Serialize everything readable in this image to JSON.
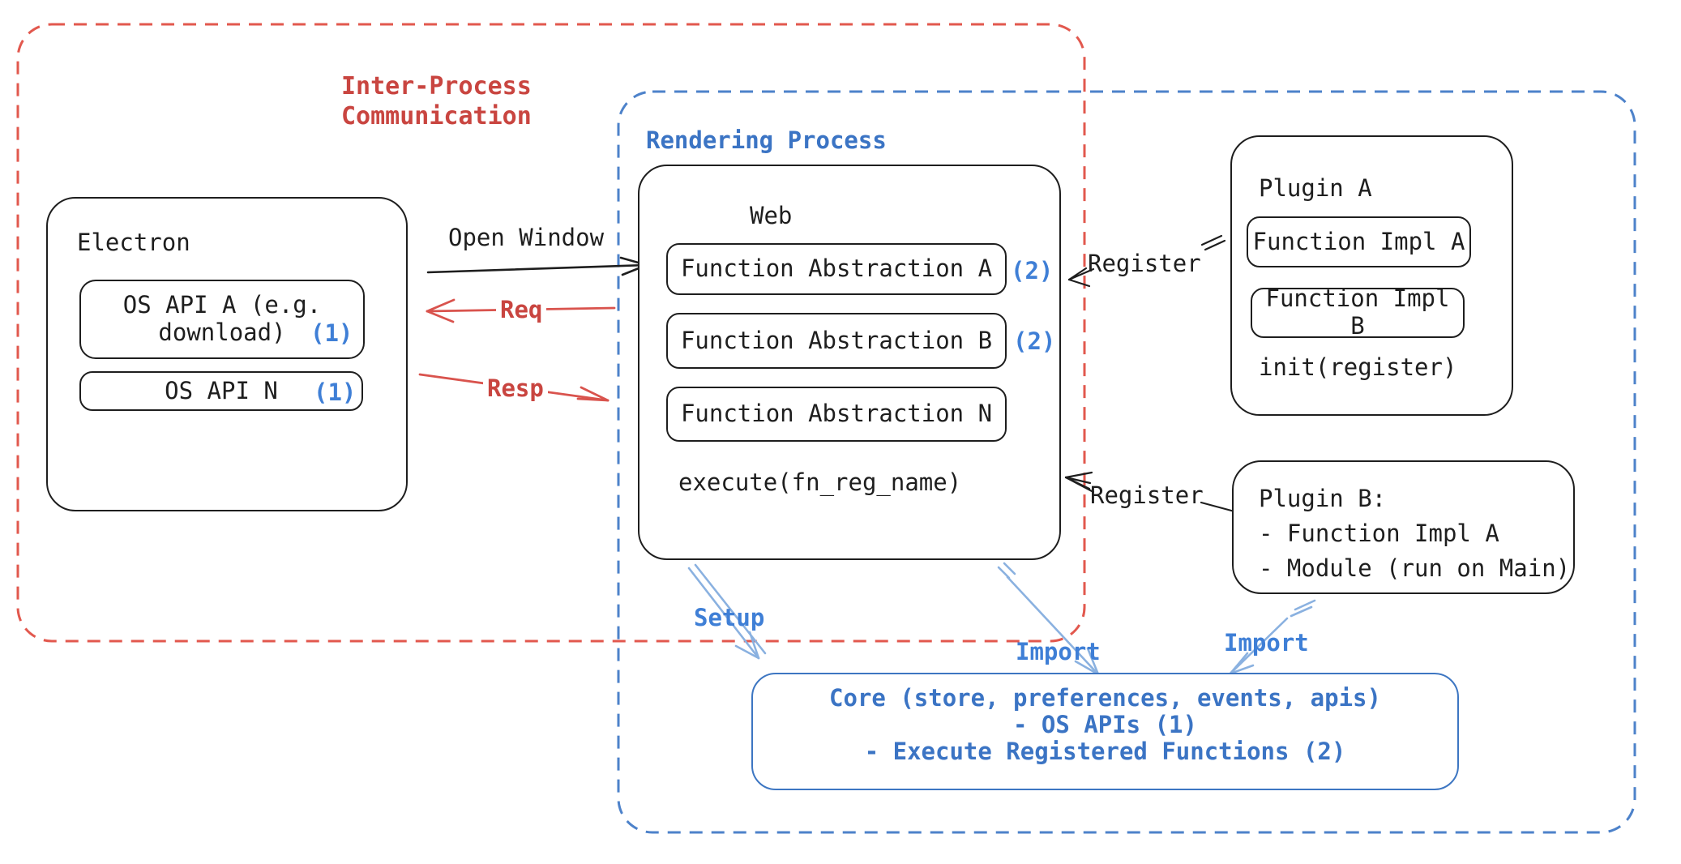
{
  "colors": {
    "ink": "#1e1e1e",
    "red_text": "#c94540",
    "red_dashed_border": "#e2584e",
    "red_arrow": "#d9534d",
    "blue_text": "#3b74c4",
    "blue_dashed_border": "#4d82ca",
    "blue_bright": "#3f7fd6",
    "blue_light_arrow": "#8ab1e0"
  },
  "ipc_box": {
    "label": "Inter-Process\nCommunication"
  },
  "rendering_box": {
    "label": "Rendering Process"
  },
  "electron": {
    "title": "Electron",
    "api_a": {
      "label": "OS API A (e.g.\ndownload)",
      "badge": "(1)"
    },
    "api_n": {
      "label": "OS API N",
      "badge": "(1)"
    }
  },
  "web": {
    "title": "Web",
    "fn_a": {
      "label": "Function Abstraction A",
      "badge": "(2)"
    },
    "fn_b": {
      "label": "Function Abstraction B",
      "badge": "(2)"
    },
    "fn_n": {
      "label": "Function Abstraction N"
    },
    "execute": "execute(fn_reg_name)"
  },
  "plugin_a": {
    "title": "Plugin A",
    "impl_a": "Function Impl A",
    "impl_b": "Function Impl B",
    "init": "init(register)"
  },
  "plugin_b": {
    "title": "Plugin B:",
    "item1": "- Function Impl A",
    "item2": "- Module (run on Main)"
  },
  "core": {
    "line1": "Core (store, preferences, events, apis)",
    "line2": "- OS APIs (1)",
    "line3": "- Execute Registered Functions (2)"
  },
  "edges": {
    "open_window": "Open Window",
    "req": "Req",
    "resp": "Resp",
    "register_top": "Register",
    "register_bottom": "Register",
    "setup": "Setup",
    "import_web": "Import",
    "import_plugin": "Import"
  }
}
